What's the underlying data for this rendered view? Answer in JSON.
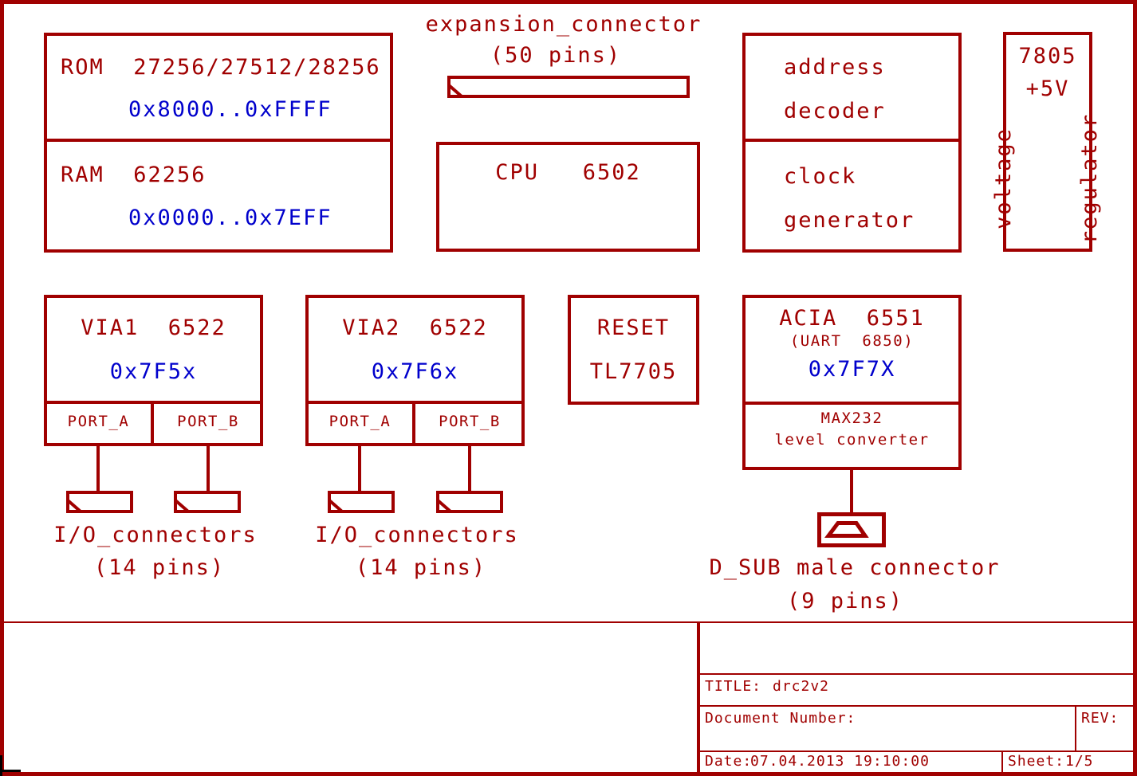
{
  "colors": {
    "line": "#a00000",
    "label_text": "#a00000",
    "address_text": "#0000cc",
    "background": "#ffffff",
    "corner_mark": "#000000"
  },
  "blocks": {
    "rom": {
      "title": "ROM  27256/27512/28256",
      "address_range": "0x8000..0xFFFF"
    },
    "ram": {
      "title": "RAM  62256",
      "address_range": "0x0000..0x7EFF"
    },
    "cpu": {
      "title": "CPU   6502"
    },
    "address_decoder": {
      "line1": "address",
      "line2": "decoder"
    },
    "clock_generator": {
      "line1": "clock",
      "line2": "generator"
    },
    "voltage_regulator": {
      "part": "7805",
      "output": "+5V",
      "label_line1": "voltage",
      "label_line2": "regulator"
    },
    "via1": {
      "title": "VIA1  6522",
      "address_range": "0x7F5x",
      "port_a": "PORT_A",
      "port_b": "PORT_B"
    },
    "via2": {
      "title": "VIA2  6522",
      "address_range": "0x7F6x",
      "port_a": "PORT_A",
      "port_b": "PORT_B"
    },
    "reset": {
      "line1": "RESET",
      "line2": "TL7705"
    },
    "acia": {
      "title": "ACIA  6551",
      "subtitle": "(UART  6850)",
      "address_range": "0x7F7X",
      "bottom_line1": "MAX232",
      "bottom_line2": "level converter"
    }
  },
  "connectors": {
    "expansion": {
      "label": "expansion_connector",
      "pins": "(50 pins)"
    },
    "io_left": {
      "label": "I/O_connectors",
      "pins": "(14 pins)"
    },
    "io_right": {
      "label": "I/O_connectors",
      "pins": "(14 pins)"
    },
    "dsub": {
      "label": "D_SUB male connector",
      "pins": "(9 pins)"
    }
  },
  "title_block": {
    "title_label": "TITLE:",
    "title_value": "drc2v2",
    "document_label": "Document Number:",
    "rev_label": "REV:",
    "date_label": "Date:",
    "date_value": "07.04.2013 19:10:00",
    "sheet_label": "Sheet:",
    "sheet_value": "1/5"
  }
}
